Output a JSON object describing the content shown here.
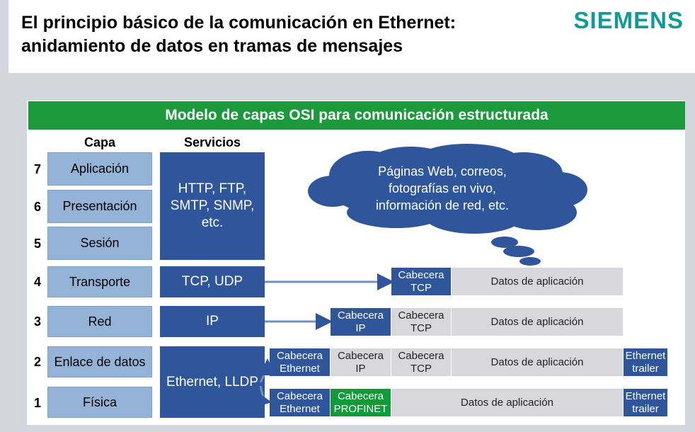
{
  "header": {
    "title": "El principio básico de la comunicación en Ethernet:\nanidamiento de datos en tramas de mensajes",
    "logo": "SIEMENS"
  },
  "banner": "Modelo de capas OSI para comunicación estructurada",
  "columns": {
    "capa": "Capa",
    "servicios": "Servicios"
  },
  "layers": [
    {
      "num": "7",
      "name": "Aplicación"
    },
    {
      "num": "6",
      "name": "Presentación"
    },
    {
      "num": "5",
      "name": "Sesión"
    },
    {
      "num": "4",
      "name": "Transporte"
    },
    {
      "num": "3",
      "name": "Red"
    },
    {
      "num": "2",
      "name": "Enlace de datos"
    },
    {
      "num": "1",
      "name": "Física"
    }
  ],
  "services": {
    "app": "HTTP, FTP,\nSMTP, SNMP,\netc.",
    "transport": "TCP, UDP",
    "network": "IP",
    "link": "Ethernet, LLDP"
  },
  "cloud": "Páginas Web, correos,\nfotografías en vivo,\ninformación de red, etc.",
  "frames": {
    "l4": [
      "Cabecera\nTCP",
      "Datos de aplicación"
    ],
    "l3": [
      "Cabecera\nIP",
      "Cabecera\nTCP",
      "Datos de aplicación"
    ],
    "l2": [
      "Cabecera\nEthernet",
      "Cabecera\nIP",
      "Cabecera\nTCP",
      "Datos de aplicación",
      "Ethernet\ntrailer"
    ],
    "l1": [
      "Cabecera\nEthernet",
      "Cabecera\nPROFINET",
      "Datos de aplicación",
      "Ethernet\ntrailer"
    ]
  },
  "colors": {
    "brand": "#119a99",
    "banner": "#1a9a3a",
    "service": "#2f559a",
    "layer": "#95b3d7",
    "profinet": "#119a3a"
  }
}
